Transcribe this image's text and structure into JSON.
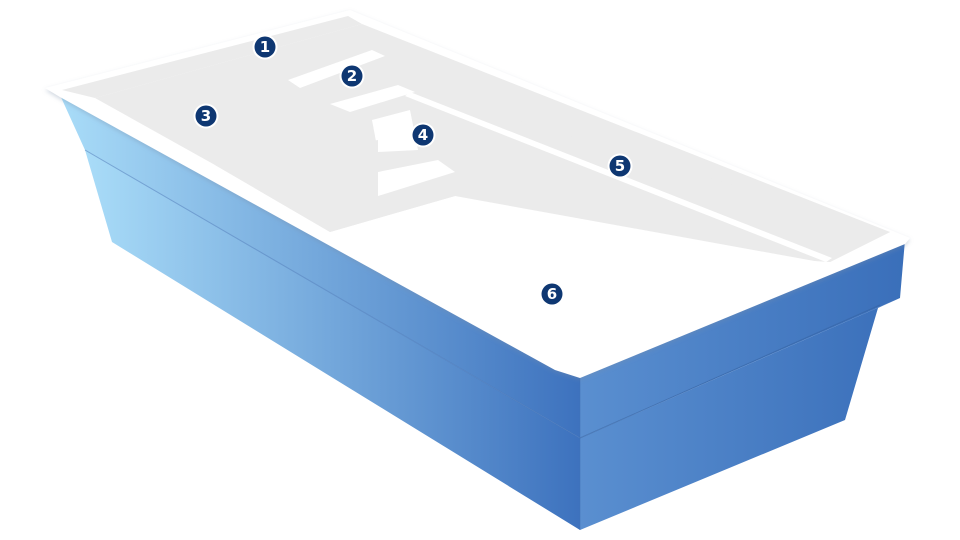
{
  "diagram": {
    "colors": {
      "wall_light": "#a9dcf8",
      "wall_dark": "#3d72be",
      "rim": "#ffffff",
      "interior_panel": "#ebebeb",
      "floor": "#ffffff",
      "marker_fill": "#0e3772",
      "marker_ring": "#ffffff"
    },
    "markers": [
      {
        "id": "1",
        "label": "1"
      },
      {
        "id": "2",
        "label": "2"
      },
      {
        "id": "3",
        "label": "3"
      },
      {
        "id": "4",
        "label": "4"
      },
      {
        "id": "5",
        "label": "5"
      },
      {
        "id": "6",
        "label": "6"
      }
    ]
  }
}
